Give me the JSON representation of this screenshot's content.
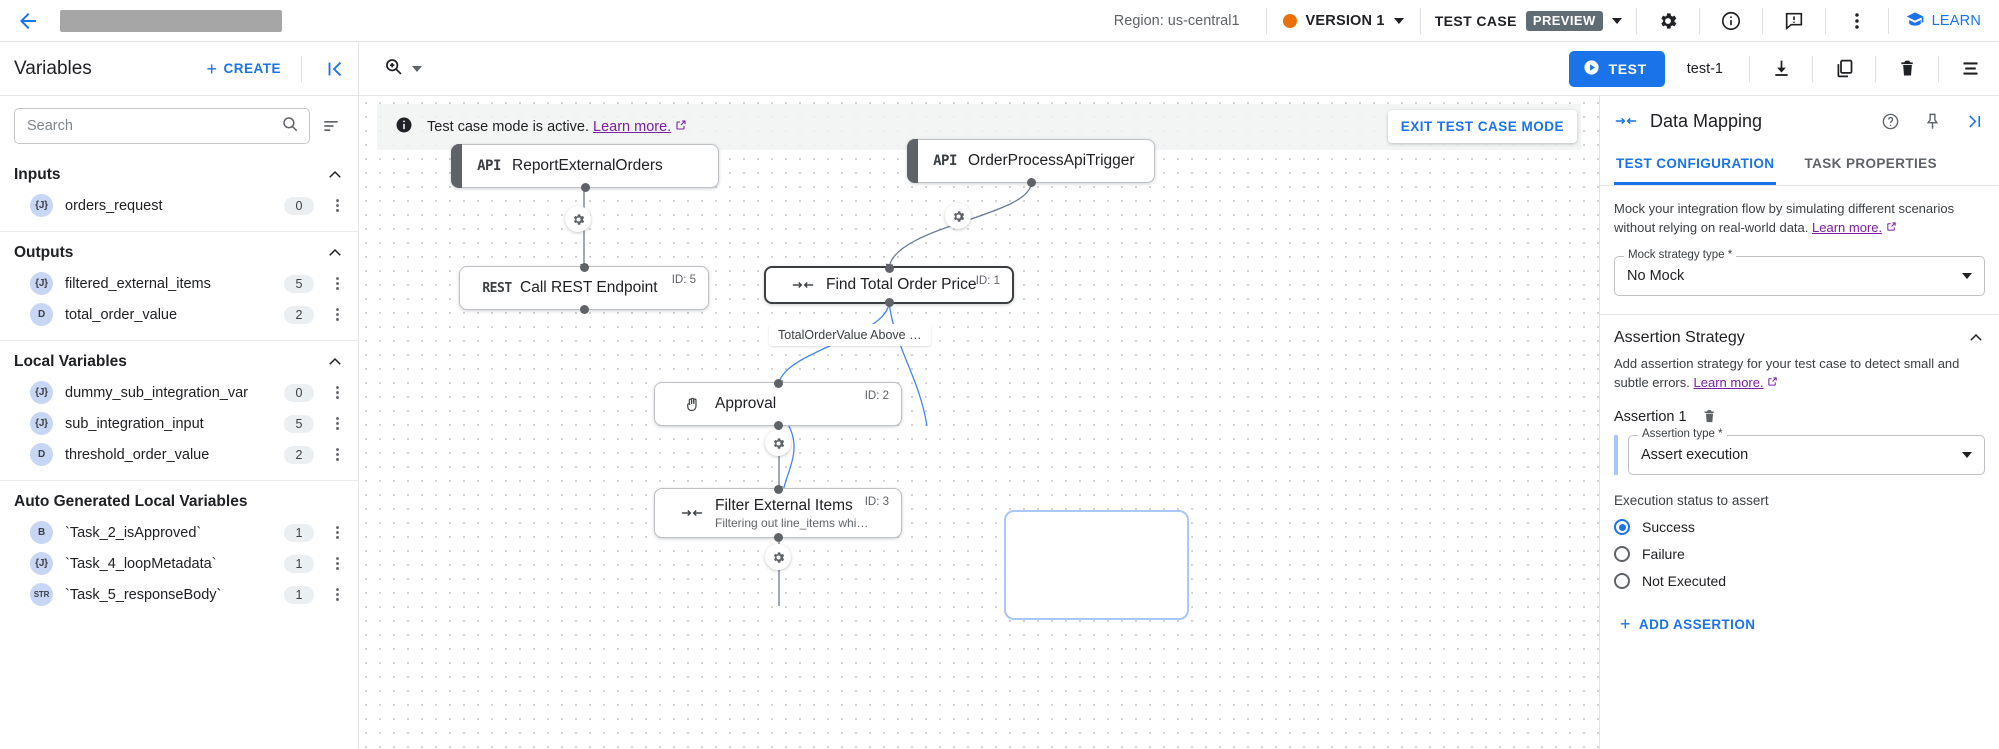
{
  "topbar": {
    "back_icon": "arrow-left-icon",
    "region": "Region: us-central1",
    "version": "VERSION 1",
    "testcase_label": "TEST CASE",
    "preview_badge": "PREVIEW",
    "learn": "LEARN",
    "icons": [
      "gear-icon",
      "info-icon",
      "feedback-icon",
      "more-vert-icon",
      "learn-icon"
    ]
  },
  "subbar": {
    "variables_title": "Variables",
    "create_label": "CREATE",
    "collapse_icon": "collapse-left-icon",
    "zoom_icon": "zoom-icon",
    "test_label": "TEST",
    "test_name": "test-1",
    "download_icon": "download-icon",
    "copy_icon": "copy-icon",
    "delete_icon": "delete-icon",
    "list_icon": "list-icon"
  },
  "sidebar": {
    "search": {
      "value": "",
      "placeholder": "Search"
    },
    "sections": [
      {
        "title": "Inputs",
        "items": [
          {
            "type": "{J}",
            "name": "orders_request",
            "count": "0"
          }
        ]
      },
      {
        "title": "Outputs",
        "items": [
          {
            "type": "{J}",
            "name": "filtered_external_items",
            "count": "5"
          },
          {
            "type": "D",
            "name": "total_order_value",
            "count": "2"
          }
        ]
      },
      {
        "title": "Local Variables",
        "items": [
          {
            "type": "{J}",
            "name": "dummy_sub_integration_var",
            "count": "0"
          },
          {
            "type": "{J}",
            "name": "sub_integration_input",
            "count": "5"
          },
          {
            "type": "D",
            "name": "threshold_order_value",
            "count": "2"
          }
        ]
      },
      {
        "title": "Auto Generated Local Variables",
        "items": [
          {
            "type": "B",
            "name": "`Task_2_isApproved`",
            "count": "1"
          },
          {
            "type": "{J}",
            "name": "`Task_4_loopMetadata`",
            "count": "1"
          },
          {
            "type": "STR",
            "name": "`Task_5_responseBody`",
            "count": "1"
          }
        ]
      }
    ]
  },
  "canvas": {
    "banner_text": "Test case mode is active.",
    "banner_link": "Learn more.",
    "exit_button": "EXIT TEST CASE MODE",
    "nodes": [
      {
        "icon": "API",
        "title": "ReportExternalOrders",
        "sub": "",
        "id": ""
      },
      {
        "icon": "API",
        "title": "OrderProcessApiTrigger",
        "sub": "",
        "id": ""
      },
      {
        "icon": "REST",
        "title": "Call REST Endpoint",
        "sub": "",
        "id": "ID: 5"
      },
      {
        "icon": "MAP",
        "title": "Find Total Order Price",
        "sub": "",
        "id": "ID: 1"
      },
      {
        "icon": "HAND",
        "title": "Approval",
        "sub": "",
        "id": "ID: 2"
      },
      {
        "icon": "MAP",
        "title": "Filter External Items",
        "sub": "Filtering out line_items whi…",
        "id": "ID: 3"
      }
    ],
    "edge_label": "TotalOrderValue Above …"
  },
  "rpanel": {
    "title": "Data Mapping",
    "head_icons": [
      "help-icon",
      "pin-icon",
      "collapse-right-icon"
    ],
    "tabs": [
      {
        "label": "TEST CONFIGURATION",
        "active": true
      },
      {
        "label": "TASK PROPERTIES",
        "active": false
      }
    ],
    "mock_help": "Mock your integration flow by simulating different scenarios without relying on real-world data.",
    "mock_help_link": "Learn more.",
    "mock_field": {
      "label": "Mock strategy type *",
      "value": "No Mock"
    },
    "assertion_section": {
      "title": "Assertion Strategy",
      "help": "Add assertion strategy for your test case to detect small and subtle errors.",
      "help_link": "Learn more.",
      "assertion_name": "Assertion 1",
      "type_field": {
        "label": "Assertion type *",
        "value": "Assert execution"
      },
      "status_title": "Execution status to assert",
      "options": [
        {
          "label": "Success",
          "selected": true
        },
        {
          "label": "Failure",
          "selected": false
        },
        {
          "label": "Not Executed",
          "selected": false
        }
      ],
      "add_button": "ADD ASSERTION"
    }
  },
  "colors": {
    "accent": "#1a73e8",
    "version_dot": "#e8710a",
    "preview_badge": "#5f6c74",
    "link_purple": "#7b1fa2"
  }
}
